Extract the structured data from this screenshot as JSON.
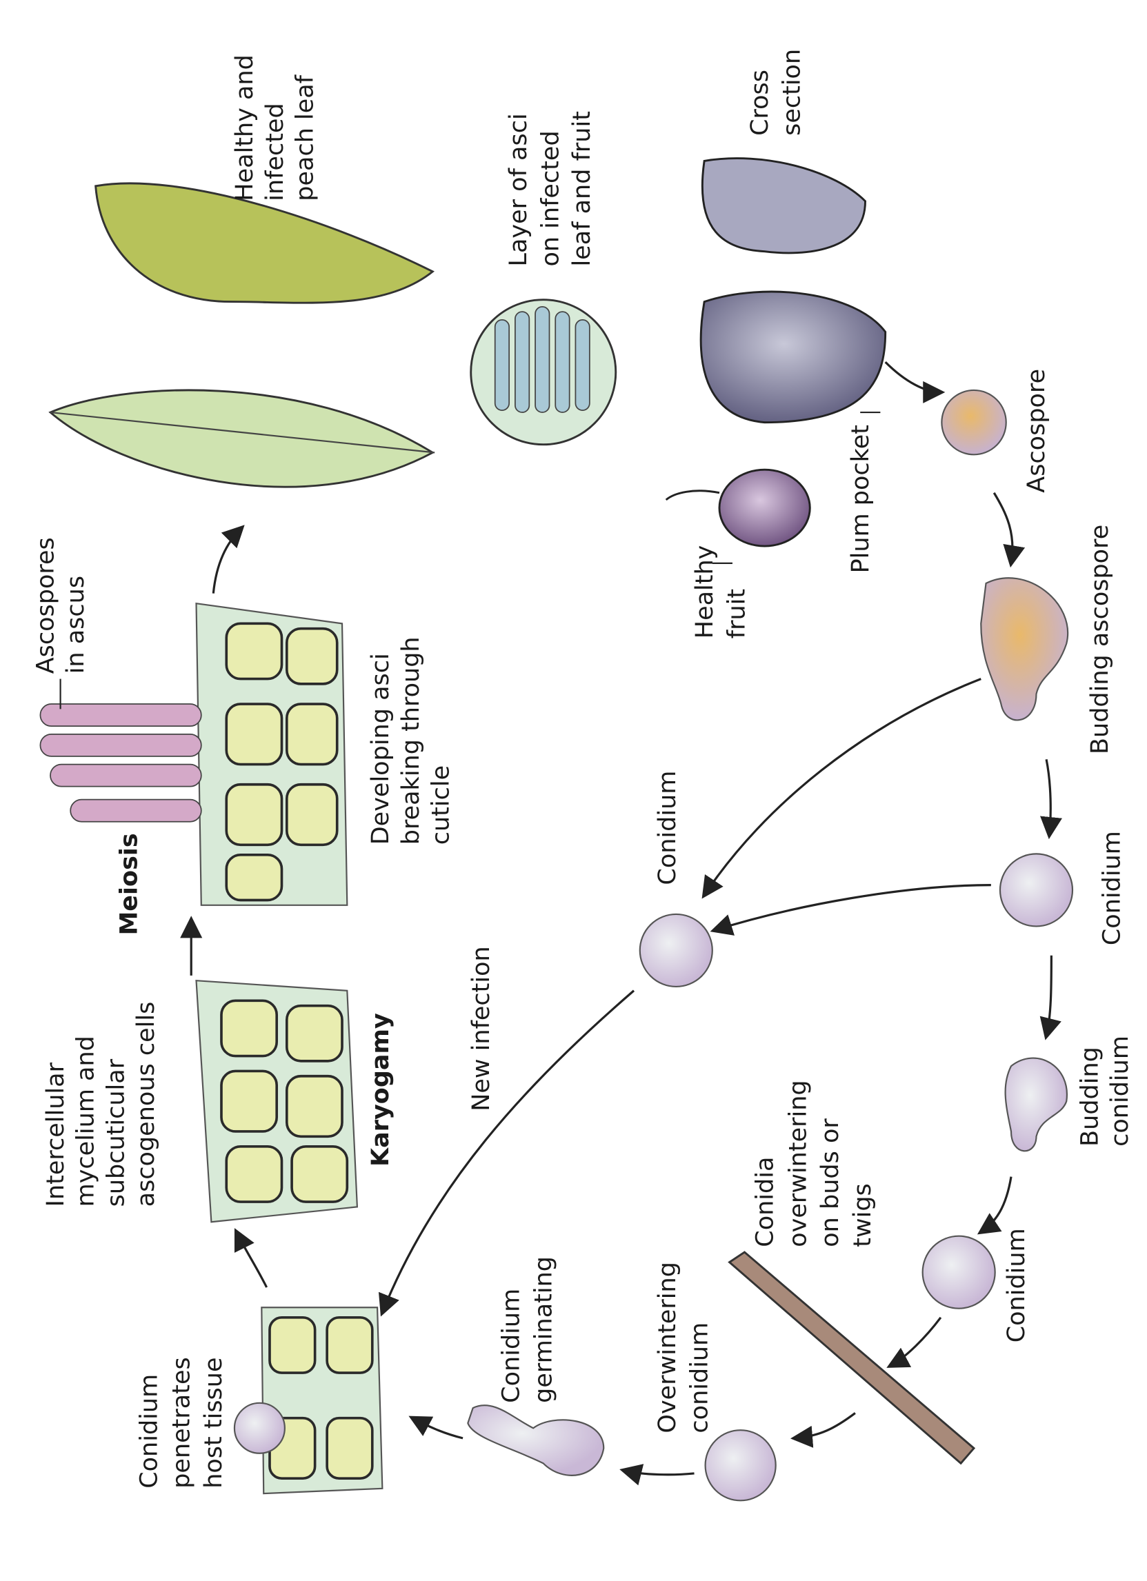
{
  "title": "Peach leaf curl / plum pocket disease cycle",
  "labels": {
    "healthy_infected_leaf": [
      "Healthy and",
      "infected",
      "peach leaf"
    ],
    "cross_section": [
      "Cross",
      "section"
    ],
    "layer_of_asci": [
      "Layer of asci",
      "on infected",
      "leaf and fruit"
    ],
    "ascospores_in_ascus": [
      "Ascospores",
      "in ascus"
    ],
    "meiosis": "Meiosis",
    "developing_asci": [
      "Developing asci",
      "breaking through",
      "cuticle"
    ],
    "healthy_fruit": [
      "Healthy",
      "fruit"
    ],
    "plum_pocket": "Plum pocket",
    "ascospore": "Ascospore",
    "budding_ascospore": "Budding ascospore",
    "conidium_new": "Conidium",
    "conidium_right": "Conidium",
    "intercellular": [
      "Intercellular",
      "mycelium and",
      "subcuticular",
      "ascogenous cells"
    ],
    "karyogamy": "Karyogamy",
    "new_infection": "New infection",
    "budding_conidium": [
      "Budding",
      "conidium"
    ],
    "conidia_overwintering": [
      "Conidia",
      "overwintering",
      "on buds or",
      "twigs"
    ],
    "conidium_lower": "Conidium",
    "conidium_germinating": [
      "Conidium",
      "germinating"
    ],
    "overwintering_conidium": [
      "Overwintering",
      "conidium"
    ],
    "conidium_penetrates": [
      "Conidium",
      "penetrates",
      "host tissue"
    ]
  },
  "colors": {
    "leaf_healthy": "#cfe3b0",
    "leaf_infected": "#b7c25a",
    "fruit": "#8a86a8",
    "spore": "#d8cde0",
    "ascospore": "#d9a85a",
    "cell": "#e9edb0"
  }
}
